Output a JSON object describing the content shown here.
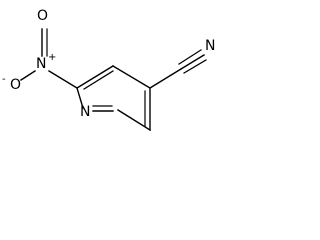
{
  "molecule": {
    "atoms": {
      "ring_nitrogen": "N",
      "nitro_nitrogen": "N",
      "nitro_oxygen_top": "O",
      "nitro_oxygen_left": "O",
      "nitrile_nitrogen": "N",
      "nitro_n_charge": "+",
      "nitro_o_charge": "-"
    }
  }
}
